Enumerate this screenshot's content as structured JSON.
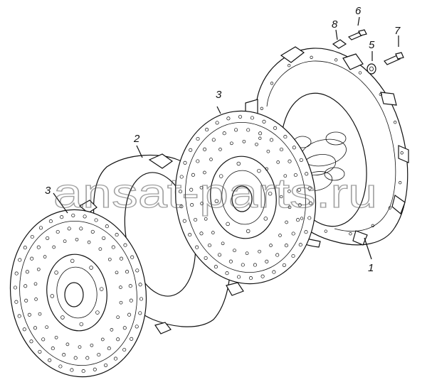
{
  "callouts": {
    "c1": "1",
    "c2": "2",
    "c3a": "3",
    "c3b": "3",
    "c5": "5",
    "c6": "6",
    "c7": "7",
    "c8": "8"
  },
  "watermark": "ansat-parts.ru"
}
